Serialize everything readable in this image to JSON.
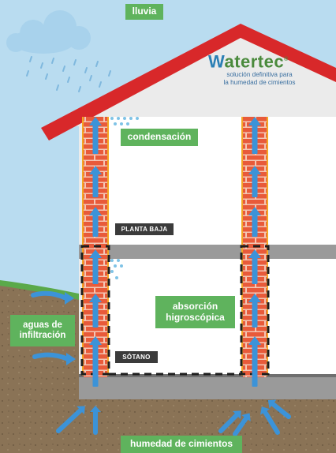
{
  "labels": {
    "rain": "lluvia",
    "condensation": "condensación",
    "ground_floor": "PLANTA BAJA",
    "hygroscopic_1": "absorción",
    "hygroscopic_2": "higroscópica",
    "infiltration_1": "aguas de",
    "infiltration_2": "infiltración",
    "basement": "SÓTANO",
    "foundation_damp": "humedad de cimientos"
  },
  "brand": {
    "initial": "W",
    "name_rest": "atertec",
    "registered": "®",
    "tagline_1": "solución definitiva para",
    "tagline_2": "la humedad de cimientos"
  },
  "colors": {
    "sky": "#b9dcf0",
    "soil": "#8a7356",
    "grass": "#5aa94a",
    "roof": "#d8282a",
    "wall_fill": "#ebebeb",
    "brick": "#e85a3a",
    "mortar": "#f3c6b4",
    "slab": "#9a9a9a",
    "arrow": "#3c93d8",
    "label_green": "#5fb35d",
    "label_dark": "#3b3b3b"
  }
}
